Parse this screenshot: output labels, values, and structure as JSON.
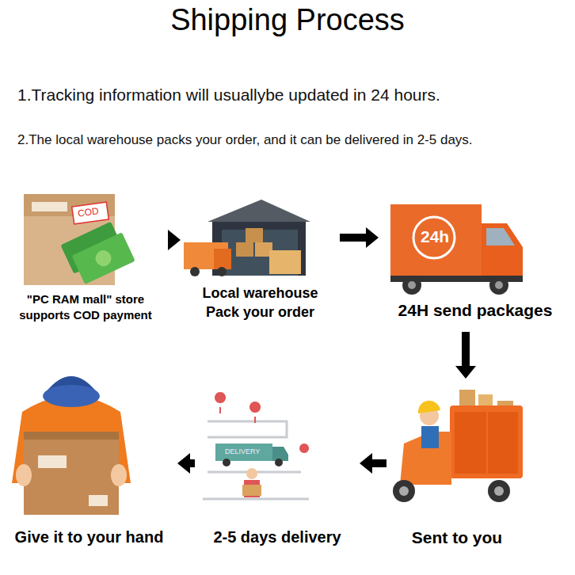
{
  "diagram": {
    "title": "Shipping Process",
    "nodes": [
      {
        "text": [
          "\"PC RAM mall\" store supports COD payment"
        ]
      },
      {
        "text": [
          "Local warehouse Pack your order"
        ]
      },
      {
        "text": [
          "24H send packages"
        ]
      },
      {
        "text": [
          "Sent to you"
        ]
      },
      {
        "text": [
          "2-5 days delivery"
        ]
      },
      {
        "text": [
          "Give it to your hand"
        ]
      }
    ],
    "edges": [
      {
        "from": 0,
        "to": 1,
        "arrow": "to"
      },
      {
        "from": 1,
        "to": 2,
        "arrow": "to"
      },
      {
        "from": 2,
        "to": 3,
        "arrow": "to"
      },
      {
        "from": 3,
        "to": 4,
        "arrow": "to"
      },
      {
        "from": 4,
        "to": 5,
        "arrow": "to"
      }
    ],
    "labels": [
      "1.Tracking information will usuallybe updated in 24 hours.",
      "2.The local warehouse packs your order, and it can be delivered in 2-5 days.",
      "COD",
      "24h",
      "DELIVERY"
    ]
  }
}
